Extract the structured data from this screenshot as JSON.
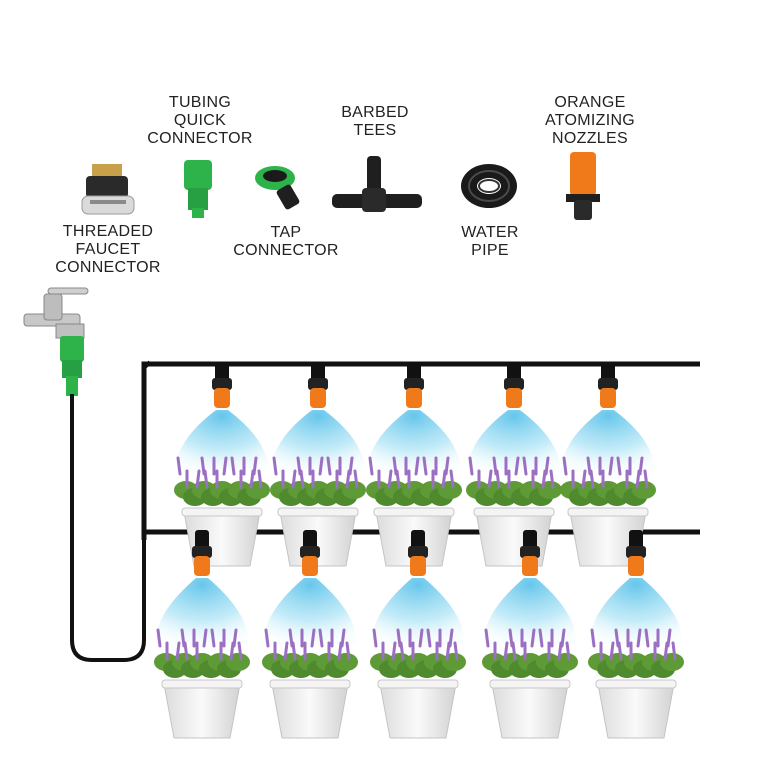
{
  "parts": [
    {
      "id": "threaded-faucet-connector",
      "label": "THREADED\nFAUCET\nCONNECTOR"
    },
    {
      "id": "tubing-quick-connector",
      "label": "TUBING\nQUICK\nCONNECTOR"
    },
    {
      "id": "tap-connector",
      "label": "TAP\nCONNECTOR"
    },
    {
      "id": "barbed-tees",
      "label": "BARBED\nTEES"
    },
    {
      "id": "water-pipe",
      "label": "WATER\nPIPE"
    },
    {
      "id": "orange-atomizing-nozzles",
      "label": "ORANGE\nATOMIZING\nNOZZLES"
    }
  ],
  "colors": {
    "pipe": "#111111",
    "nozzle": "#f07a1a",
    "mist": "#8fd8f2",
    "connector_green": "#2db34a",
    "foliage": "#4f8a2f",
    "flower": "#9b6fc2",
    "pot": "#efefef"
  }
}
